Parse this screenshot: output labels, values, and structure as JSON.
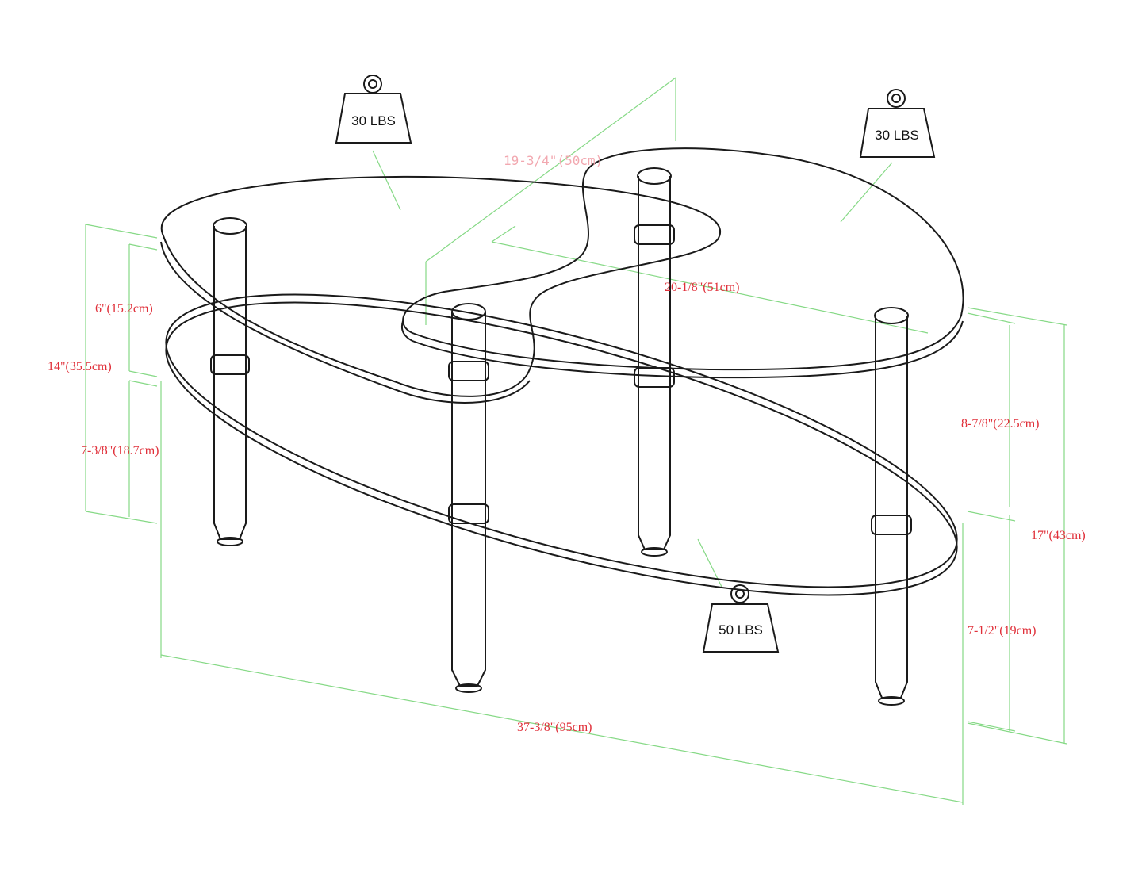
{
  "weights": {
    "top_left": "30 LBS",
    "top_right": "30 LBS",
    "bottom": "50 LBS"
  },
  "dimensions": {
    "depth": "19-3/4\"(50cm)",
    "top_width": "20-1/8\"(51cm)",
    "top_gap_left": "6\"(15.2cm)",
    "total_left": "14\"(35.5cm)",
    "lower_left": "7-3/8\"(18.7cm)",
    "upper_right": "8-7/8\"(22.5cm)",
    "total_height": "17\"(43cm)",
    "lower_right": "7-1/2\"(19cm)",
    "length": "37-3/8\"(95cm)"
  },
  "colors": {
    "dimension_line": "#86d986",
    "dimension_text": "#e0303a",
    "outline": "#1a1a1a"
  }
}
